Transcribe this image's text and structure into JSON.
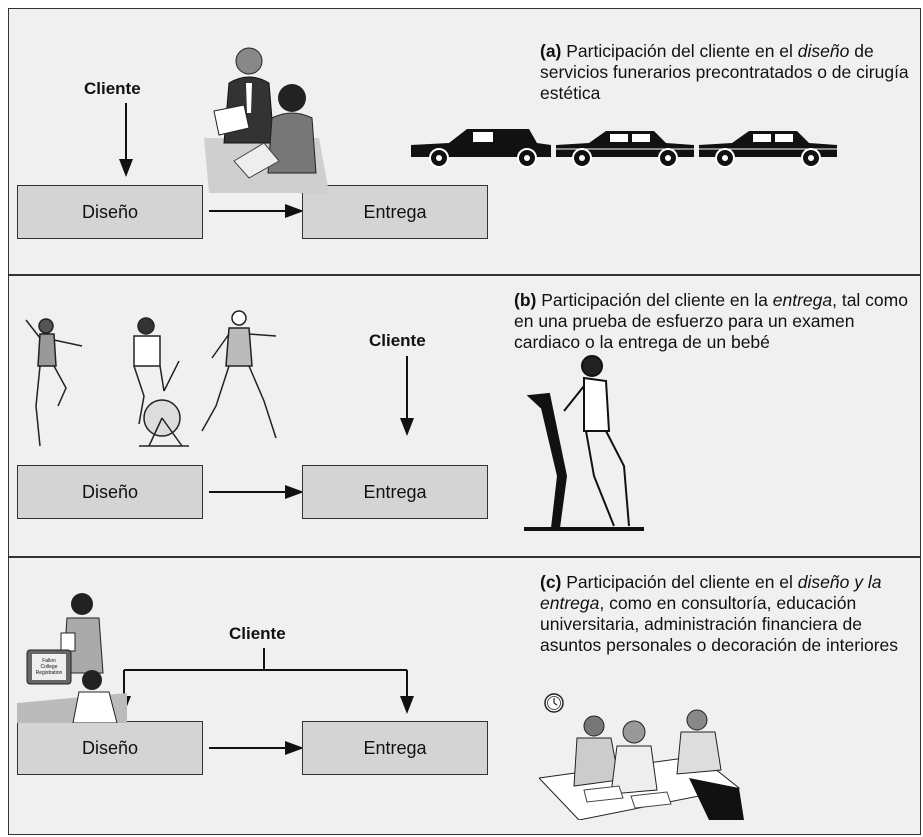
{
  "panels": [
    {
      "client_label": "Cliente",
      "design_label": "Diseño",
      "delivery_label": "Entrega",
      "caption": {
        "letter": "(a)",
        "text_before": " Participación del cliente en el ",
        "emphasis": "diseño",
        "text_after": " de servicios funerarios precontratados o de cirugía estética"
      },
      "illustrations": [
        "office-meeting-illustration",
        "funeral-cars-illustration"
      ]
    },
    {
      "client_label": "Cliente",
      "design_label": "Diseño",
      "delivery_label": "Entrega",
      "caption": {
        "letter": "(b)",
        "text_before": " Participación del cliente en la ",
        "emphasis": "entrega",
        "text_after": ", tal como en una prueba de esfuerzo para un examen cardiaco o la entrega de un bebé"
      },
      "illustrations": [
        "exercisers-illustration",
        "treadmill-illustration"
      ]
    },
    {
      "client_label": "Cliente",
      "design_label": "Diseño",
      "delivery_label": "Entrega",
      "caption": {
        "letter": "(c)",
        "text_before": " Participación del cliente en el ",
        "emphasis": "diseño y la entrega",
        "text_after": ", como en consultoría, educación universitaria, administración financiera de asuntos personales o decoración de interiores"
      },
      "monitor_text": [
        "Fallon",
        "College",
        "Registration"
      ],
      "illustrations": [
        "registration-desk-illustration",
        "clock-icon",
        "students-illustration"
      ]
    }
  ]
}
